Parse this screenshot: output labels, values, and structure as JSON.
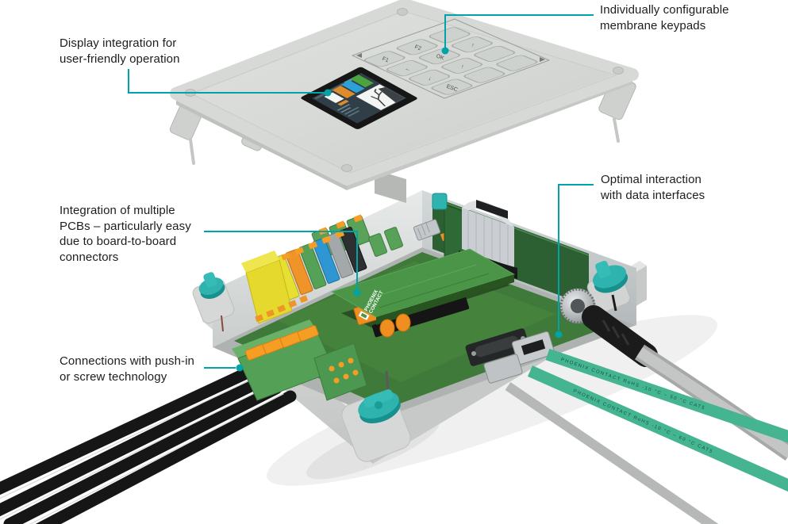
{
  "callouts": {
    "keypad": {
      "lines": [
        "Individually configurable",
        "membrane keypads"
      ]
    },
    "display": {
      "lines": [
        "Display integration for",
        "user-friendly operation"
      ]
    },
    "data_interfaces": {
      "lines": [
        "Optimal interaction",
        "with data interfaces"
      ]
    },
    "pcbs": {
      "lines": [
        "Integration of multiple",
        "PCBs – particularly easy",
        "due to board-to-board",
        "connectors"
      ]
    },
    "connections": {
      "lines": [
        "Connections with push-in",
        "or screw technology"
      ]
    }
  },
  "illustration": {
    "keypad_keys": [
      "",
      "↑",
      "",
      "",
      "F2",
      "OK",
      "↑",
      "",
      "F1",
      "←",
      "↓",
      "ESC"
    ],
    "pcb_logo": {
      "line1": "PHOENIX",
      "line2": "CONTACT"
    },
    "cable_print": "PHOENIX CONTACT   RoHS   -10 °C – 60 °C   CAT5",
    "colors": {
      "accent_teal": "#00a3a8",
      "latch_teal": "#2fb3ae",
      "pcb_green": "#4a9547",
      "connector_orange": "#f69d24",
      "cable_green": "#45b591",
      "enclosure_gray": "#d7d9d7"
    }
  }
}
